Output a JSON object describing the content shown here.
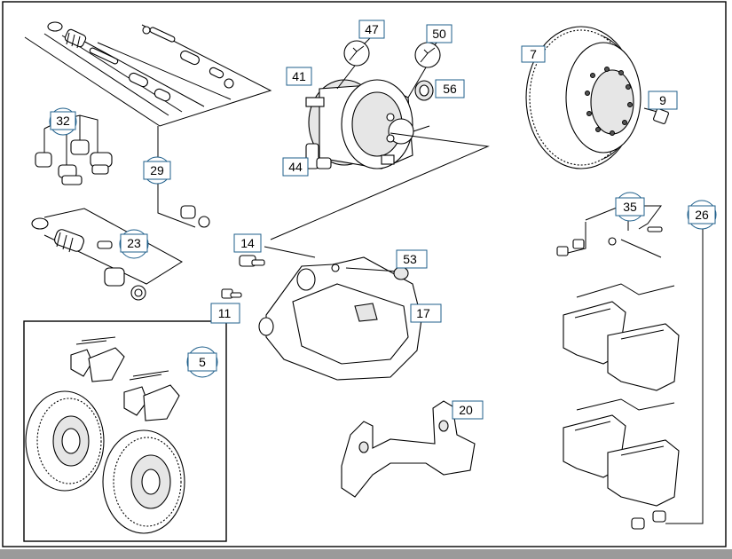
{
  "callouts": {
    "c47": "47",
    "c50": "50",
    "c41": "41",
    "c56": "56",
    "c44": "44",
    "c7": "7",
    "c9": "9",
    "c32": "32",
    "c29": "29",
    "c23": "23",
    "c14": "14",
    "c53": "53",
    "c11": "11",
    "c17": "17",
    "c5": "5",
    "c20": "20",
    "c35": "35",
    "c26": "26"
  },
  "colors": {
    "callout_border": "#1f5f8b",
    "line": "#000000",
    "status_bar": "#9a9a9a"
  }
}
